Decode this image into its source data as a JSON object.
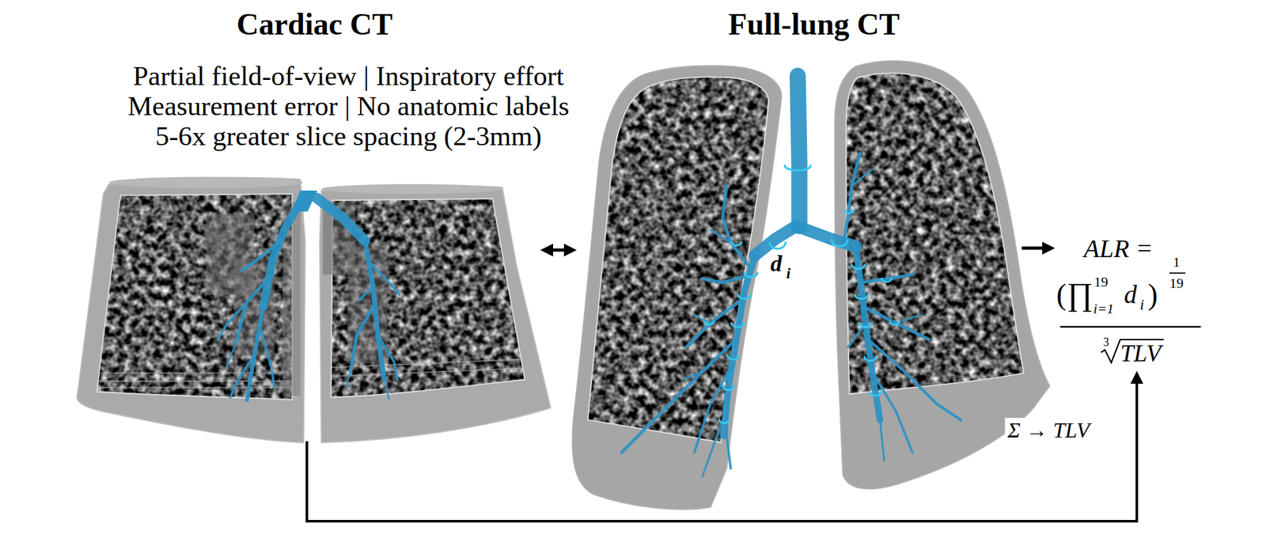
{
  "diagram": {
    "nodes": [
      {
        "text": [
          "Cardiac CT",
          "Partial field-of-view | Inspiratory effort Measurement error | No anatomic labels 5-6x greater slice spacing (2-3mm)"
        ]
      },
      {
        "text": [
          "Full-lung CT"
        ]
      },
      {
        "text": [
          "ALR =",
          "(",
          "∏",
          "19",
          "i=1",
          "d",
          "i",
          ")",
          "1",
          "19",
          "3",
          "TLV"
        ]
      }
    ],
    "edges": [
      {
        "from": 0,
        "to": 1,
        "arrow": "both"
      },
      {
        "from": 1,
        "to": 2,
        "arrow": "to"
      },
      {
        "from": 0,
        "to": 2,
        "arrow": "to"
      }
    ],
    "labels": [
      "d",
      "i",
      "Σ → TLV"
    ]
  }
}
